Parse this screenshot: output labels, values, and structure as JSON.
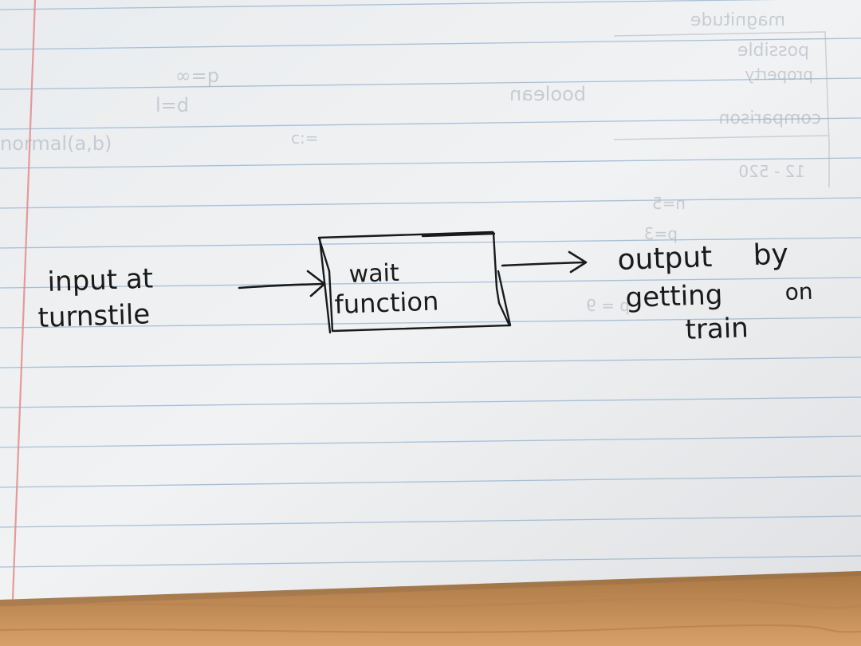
{
  "diagram": {
    "input_label": {
      "line1": "input at",
      "line2": "turnstile"
    },
    "process_box": {
      "line1": "wait",
      "line2": "function"
    },
    "output_label": {
      "line1": "output by",
      "line2": "getting",
      "line3": "on",
      "line4": "train"
    }
  },
  "background_bleed_through": {
    "note_1": "q=∞",
    "note_2": "l=d",
    "note_3": "normal(a,b)",
    "note_4": "boolean",
    "note_5": "c:=",
    "note_6": "magnitude",
    "note_7": "possible",
    "note_8": "property",
    "note_9": "comparison",
    "note_10": "12 - 520",
    "note_11": "n=5",
    "note_12": "p=3",
    "note_13": "p = 9"
  },
  "colors": {
    "paper": "#eef0f2",
    "rule_line": "#8fb0cf",
    "margin_line": "#e58b8b",
    "ink": "#1a1a1a",
    "desk": "#c08c56"
  }
}
